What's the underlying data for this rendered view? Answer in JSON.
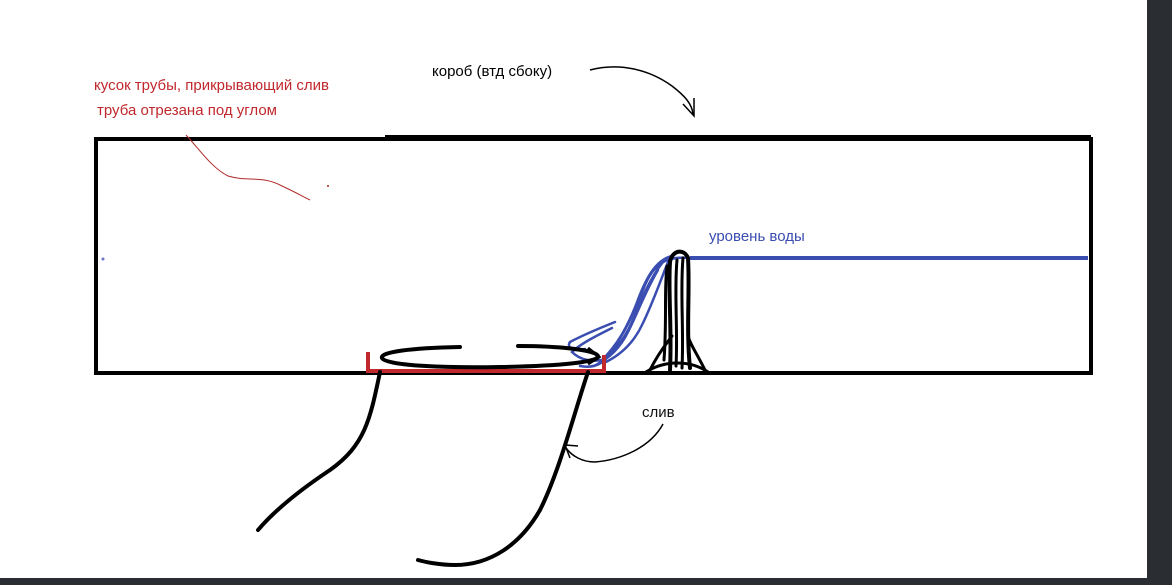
{
  "labels": {
    "cover_line1": "кусок трубы, прикрывающий слив",
    "cover_line2": "труба отрезана под углом",
    "box": "короб (втд сбоку)",
    "water_level": "уровень воды",
    "drain": "слив"
  },
  "colors": {
    "ink": "#000000",
    "cover_text": "#c0282d",
    "water": "#3a4db0",
    "drain_text": "#111111",
    "background": "#ffffff",
    "frame": "#2a2e33"
  }
}
